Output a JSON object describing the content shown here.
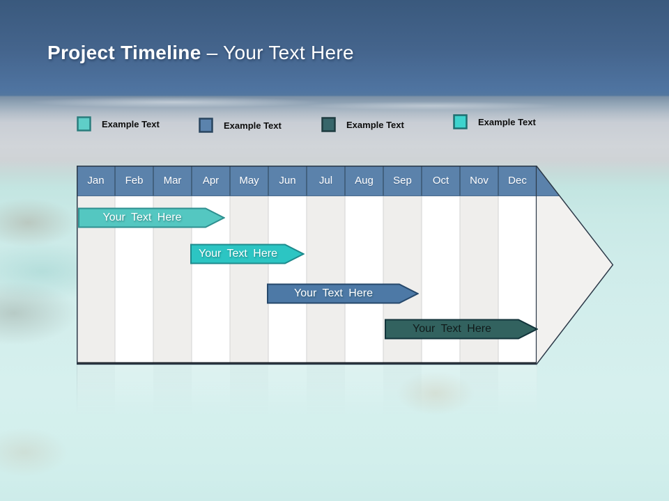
{
  "title": {
    "main": "Project Timeline",
    "suffix": "– Your Text Here"
  },
  "colors": {
    "header_band": "#5b82ab",
    "header_separator": "#42617f",
    "arrowhead_fill": "#f2f1ef",
    "frame_border": "#2b3847",
    "bottom_border": "#1d242c",
    "title_text": "#ffffff"
  },
  "chart_data": {
    "type": "bar",
    "variant": "gantt-timeline",
    "title": "Project Timeline – Your Text Here",
    "categories": [
      "Jan",
      "Feb",
      "Mar",
      "Apr",
      "May",
      "Jun",
      "Jul",
      "Aug",
      "Sep",
      "Oct",
      "Nov",
      "Dec"
    ],
    "legend_position": "top",
    "legend": [
      {
        "label": "Example Text",
        "color": "#5fcec8",
        "border": "#2a7d7d"
      },
      {
        "label": "Example Text",
        "color": "#5b83ad",
        "border": "#29455f"
      },
      {
        "label": "Example Text",
        "color": "#37666a",
        "border": "#1e3c40"
      },
      {
        "label": "Example Text",
        "color": "#3ed3cd",
        "border": "#1f6e70"
      }
    ],
    "series": [
      {
        "name": "Your Text Here",
        "row": 1,
        "start_month": "Jan",
        "end_month": "mid-Apr",
        "start_index": 0.0,
        "end_index": 3.9,
        "fill": "#54c7c1",
        "stroke": "#2e8f8f",
        "text_color": "#ffffff"
      },
      {
        "name": "Your Text Here",
        "row": 2,
        "start_month": "Apr",
        "end_month": "Jun",
        "start_index": 3.0,
        "end_index": 5.9,
        "fill": "#2cc5c3",
        "stroke": "#1d8a8c",
        "text_color": "#ffffff"
      },
      {
        "name": "Your Text Here",
        "row": 3,
        "start_month": "Jun",
        "end_month": "Sep",
        "start_index": 5.0,
        "end_index": 8.9,
        "fill": "#4d79a6",
        "stroke": "#26486b",
        "text_color": "#ffffff"
      },
      {
        "name": "Your Text Here",
        "row": 4,
        "start_month": "Sep",
        "end_month": "Dec",
        "start_index": 8.0,
        "end_index": 12.0,
        "fill": "#32625f",
        "stroke": "#12333a",
        "text_color": "#101a1a"
      }
    ]
  }
}
